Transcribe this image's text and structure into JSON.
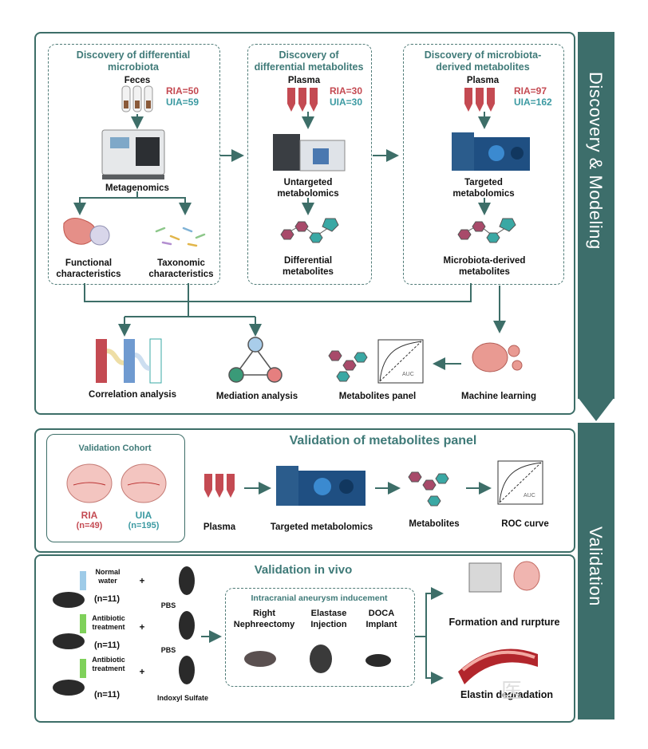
{
  "sidebar": {
    "section1": "Discovery & Modeling",
    "section2": "Validation",
    "colors": {
      "bar": "#3d6e6b"
    }
  },
  "discovery": {
    "microbiota": {
      "title": "Discovery of differential microbiota",
      "sample": "Feces",
      "ria": "RIA=50",
      "uia": "UIA=59",
      "method": "Metagenomics",
      "functional": "Functional characteristics",
      "taxonomic": "Taxonomic characteristics"
    },
    "metabolites": {
      "title": "Discovery of differential metabolites",
      "sample": "Plasma",
      "ria": "RIA=30",
      "uia": "UIA=30",
      "method": "Untargeted metabolomics",
      "result": "Differential metabolites"
    },
    "derived": {
      "title": "Discovery of microbiota-derived metabolites",
      "sample": "Plasma",
      "ria": "RIA=97",
      "uia": "UIA=162",
      "method": "Targeted metabolomics",
      "result": "Microbiota-derived metabolites"
    },
    "analyses": {
      "correlation": "Correlation analysis",
      "mediation": "Mediation analysis",
      "panel": "Metabolites panel",
      "ml": "Machine learning",
      "auc": "AUC"
    }
  },
  "validation_panel": {
    "title": "Validation of metabolites panel",
    "cohort_title": "Validation Cohort",
    "ria": "RIA",
    "ria_n": "(n=49)",
    "uia": "UIA",
    "uia_n": "(n=195)",
    "plasma": "Plasma",
    "targeted": "Targeted metabolomics",
    "metabolites": "Metabolites",
    "roc": "ROC curve",
    "auc": "AUC"
  },
  "invivo": {
    "title": "Validation in vivo",
    "groups": [
      {
        "water": "Normal water",
        "n": "(n=11)",
        "treatment": "PBS"
      },
      {
        "water": "Antibiotic treatment",
        "n": "(n=11)",
        "treatment": "PBS"
      },
      {
        "water": "Antibiotic treatment",
        "n": "(n=11)",
        "treatment": "Indoxyl Sulfate"
      }
    ],
    "plus": "+",
    "induce_title": "Intracranial aneurysm inducement",
    "steps": [
      "Right Nephreectomy",
      "Elastase Injection",
      "DOCA Implant"
    ],
    "outcome1": "Formation and rurpture",
    "outcome2": "Elastin degradation"
  },
  "watermark": "医"
}
